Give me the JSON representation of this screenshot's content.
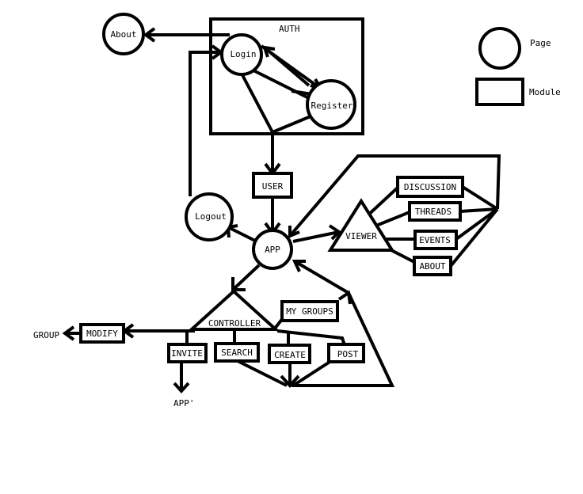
{
  "legend": {
    "page": "Page",
    "module": "Module"
  },
  "modules": {
    "auth": "AUTH",
    "user": "USER",
    "discussion": "DISCUSSION",
    "threads": "THREADS",
    "events": "EVENTS",
    "about": "ABOUT",
    "modify": "MODIFY",
    "my_groups": "MY GROUPS",
    "invite": "INVITE",
    "search": "SEARCH",
    "create": "CREATE",
    "post": "POST"
  },
  "pages": {
    "about": "About",
    "login": "Login",
    "register": "Register",
    "logout": "Logout",
    "app": "APP"
  },
  "triangles": {
    "viewer": "VIEWER",
    "controller": "CONTROLLER"
  },
  "labels": {
    "group": "GROUP",
    "app_prime": "APP'"
  },
  "colors": {
    "ink": "#000000",
    "paper": "#ffffff"
  }
}
